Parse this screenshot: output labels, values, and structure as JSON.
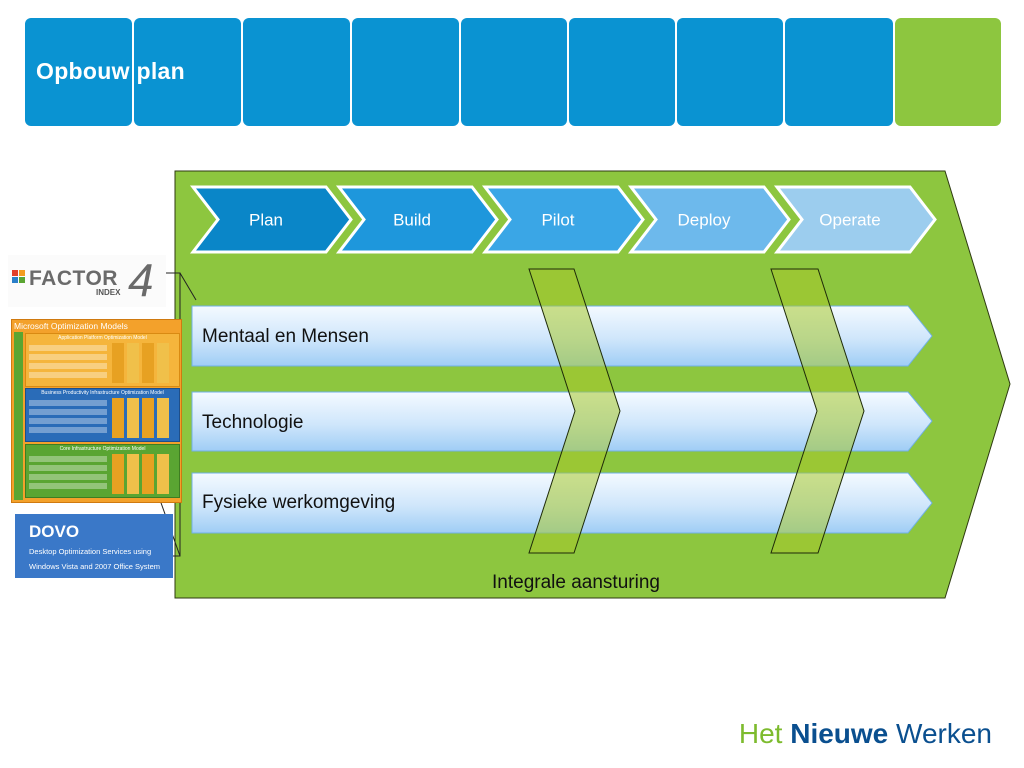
{
  "header": {
    "title": "Opbouw plan"
  },
  "phases": [
    "Plan",
    "Build",
    "Pilot",
    "Deploy",
    "Operate"
  ],
  "rows": [
    "Mentaal en Mensen",
    "Technologie",
    "Fysieke werkomgeving"
  ],
  "footer_label": "Integrale aansturing",
  "factor4": {
    "brand": "FACTOR",
    "numeral": "4",
    "sub": "INDEX"
  },
  "optimization_models": {
    "title": "Microsoft Optimization Models",
    "models": [
      "Application Platform Optimization Model",
      "Business Productivity Infrastructure Optimization Model",
      "Core Infrastructure Optimization Model"
    ]
  },
  "dovo": {
    "title": "DOVO",
    "line1": "Desktop Optimization Services using",
    "line2": "Windows Vista and 2007 Office System"
  },
  "branding": {
    "part1": "Het",
    "part2": "Nieuwe",
    "part3": "Werken"
  },
  "colors": {
    "header_blue": "#0a93d2",
    "header_green": "#8dc63f",
    "panel_green": "#8dc63f"
  }
}
